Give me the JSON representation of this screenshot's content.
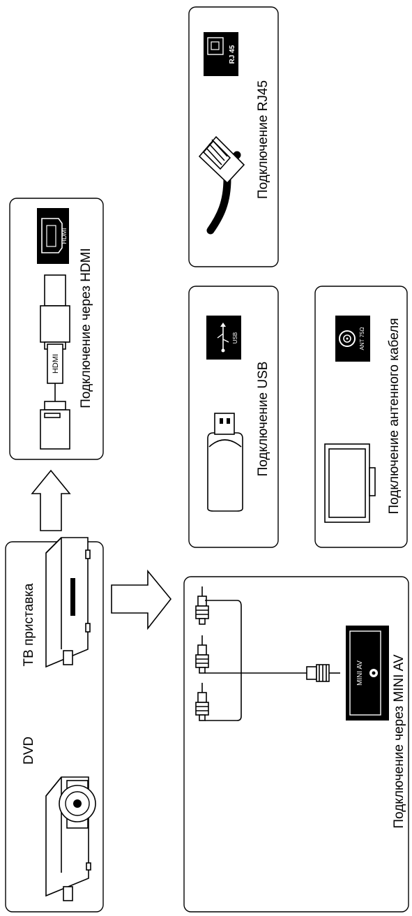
{
  "labels": {
    "dvd": "DVD",
    "tv_box": "ТВ приставка",
    "hdmi_connection": "Подключение через HDMI",
    "usb_connection": "Подключение USB",
    "antenna_connection": "Подключение антенного кабеля",
    "rj45_connection": "Подключение RJ45",
    "mini_av_connection": "Подключение через  MINI AV"
  },
  "port_labels": {
    "hdmi_port": "HDMI",
    "hdmi_cable": "HDMI",
    "usb_port": "USB",
    "ant_port": "ANT 75Ω",
    "rj45_port": "RJ 45",
    "mini_av_port": "MINI AV"
  },
  "icons": [
    "dvd-player-icon",
    "tv-box-icon",
    "arrow-icon",
    "hdmi-cable-icon",
    "hdmi-port-icon",
    "usb-flash-drive-icon",
    "usb-port-icon",
    "rj45-cable-icon",
    "rj45-port-icon",
    "tv-monitor-icon",
    "antenna-port-icon",
    "rca-cable-icon",
    "mini-av-port-icon"
  ],
  "colors": {
    "ink": "#000000",
    "paper": "#ffffff"
  }
}
